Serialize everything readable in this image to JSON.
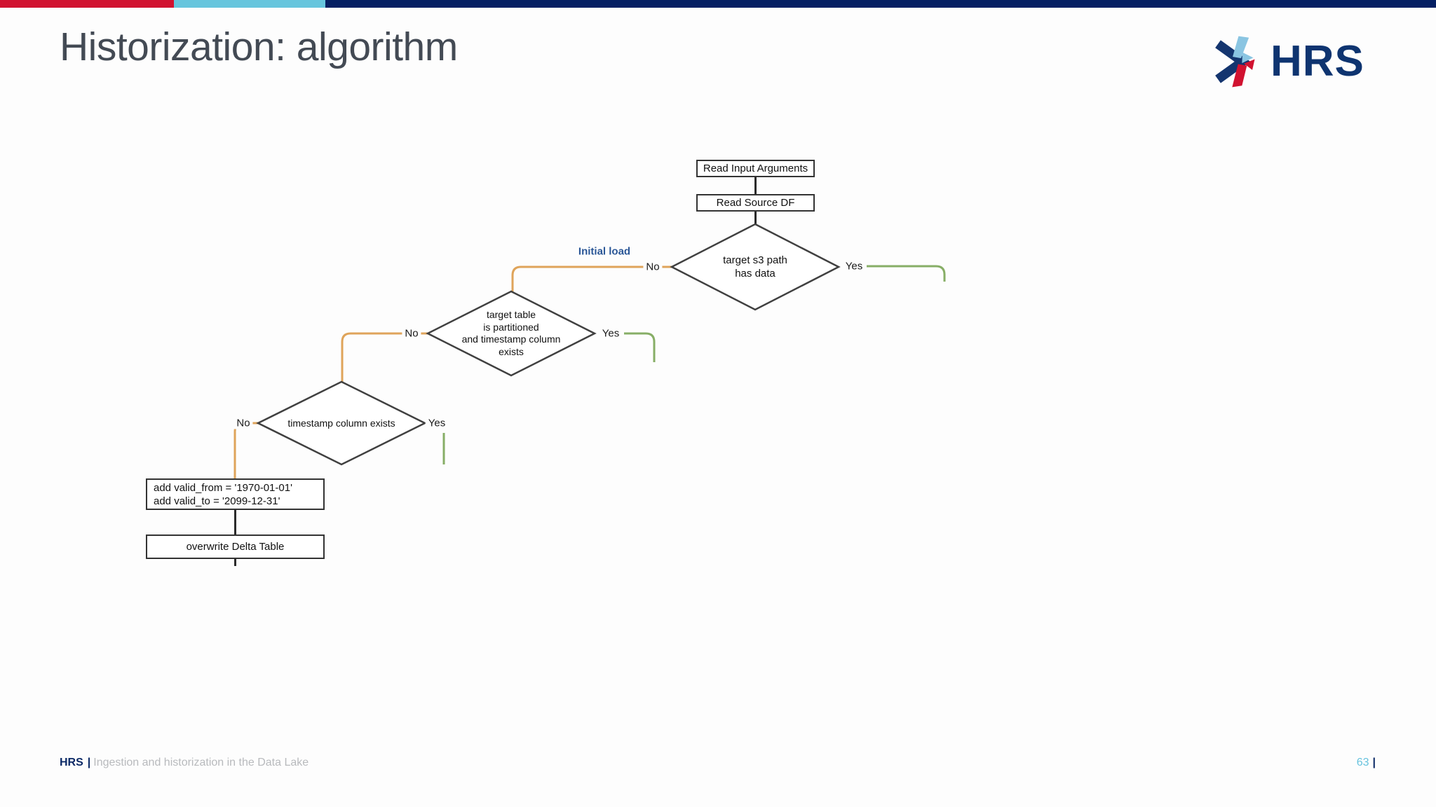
{
  "slide": {
    "title": "Historization: algorithm",
    "page_number": "63",
    "footer": {
      "brand": "HRS",
      "separator": "|",
      "text": "Ingestion and historization in the Data Lake"
    }
  },
  "logo": {
    "text": "HRS"
  },
  "colors": {
    "bar_red": "#d11230",
    "bar_cyan": "#66c5dd",
    "bar_navy": "#041f63",
    "title_gray": "#434a54",
    "shape_border": "#404040",
    "branch_no_orange": "#dfa45a",
    "branch_yes_green": "#87ae66",
    "initial_load_blue": "#2b5797",
    "footer_gray": "#b8babd",
    "brand_navy": "#0b2966",
    "page_number_blue": "#67c3de"
  },
  "flowchart": {
    "branch_labels": {
      "yes": "Yes",
      "no": "No",
      "initial_load": "Initial load"
    },
    "nodes": {
      "read_input_arguments": {
        "label": "Read Input Arguments"
      },
      "read_source_df": {
        "label": "Read Source DF"
      },
      "target_s3_path_has_data": {
        "lines": [
          "target s3 path",
          "has data"
        ]
      },
      "target_table_partitioned": {
        "lines": [
          "target table",
          "is partitioned",
          "and timestamp column",
          "exists"
        ]
      },
      "timestamp_column_exists": {
        "label": "timestamp column exists"
      },
      "add_valid_dates": {
        "lines": [
          "add valid_from = '1970-01-01'",
          "add valid_to = '2099-12-31'"
        ]
      },
      "overwrite_delta_table": {
        "label": "overwrite Delta Table"
      }
    }
  }
}
